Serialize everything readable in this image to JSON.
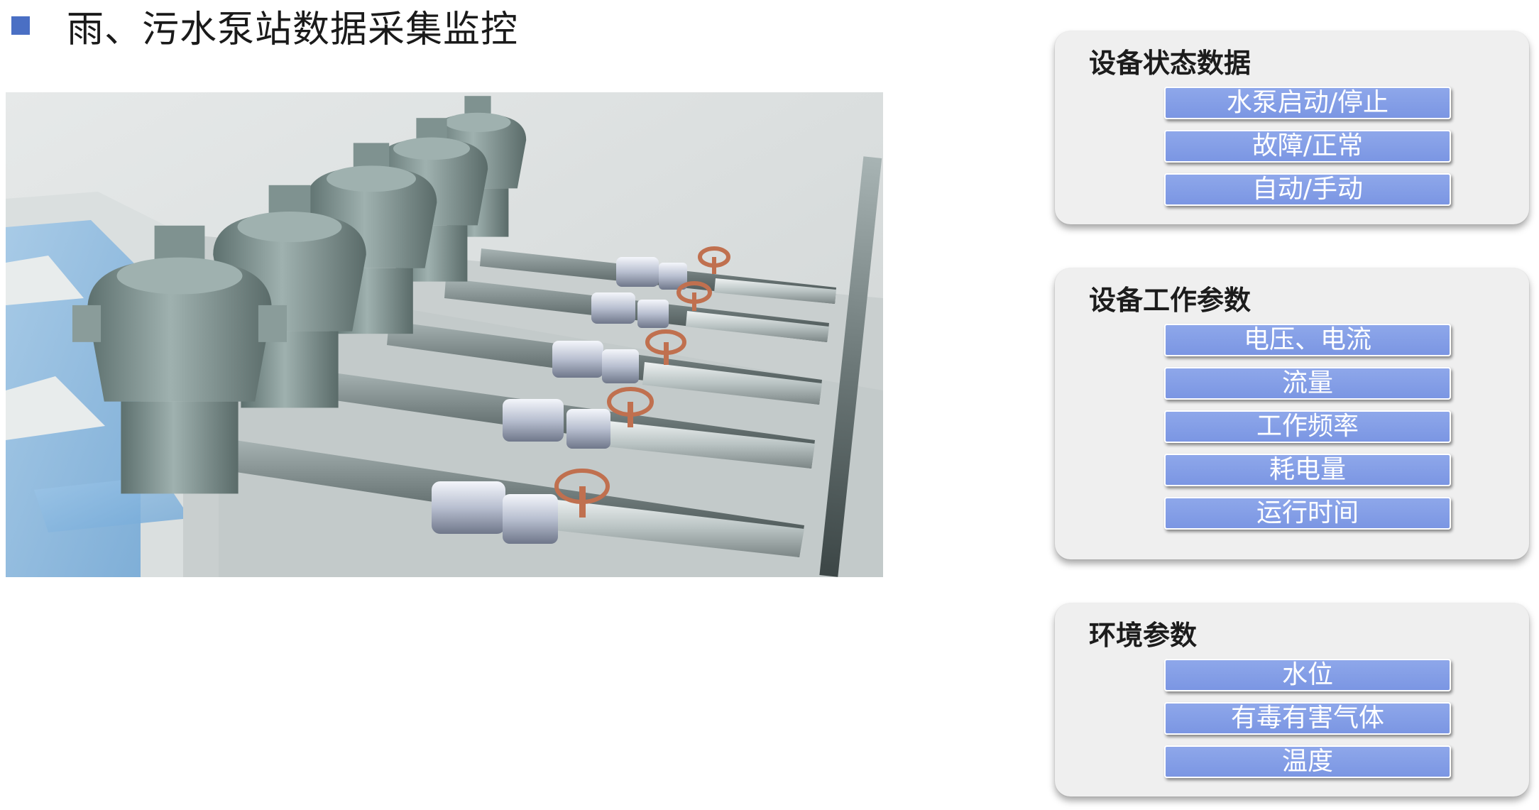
{
  "page_title": "雨、污水泵站数据采集监控",
  "panels": [
    {
      "title": "设备状态数据",
      "items": [
        "水泵启动/停止",
        "故障/正常",
        "自动/手动"
      ]
    },
    {
      "title": "设备工作参数",
      "items": [
        "电压、电流",
        "流量",
        "工作频率",
        "耗电量",
        "运行时间"
      ]
    },
    {
      "title": "环境参数",
      "items": [
        "水位",
        "有毒有害气体",
        "温度"
      ]
    }
  ],
  "colors": {
    "accent": "#4a6fc4",
    "tag": "#7b96e3",
    "pump": "#7f9290",
    "valve": "#c0704f"
  }
}
